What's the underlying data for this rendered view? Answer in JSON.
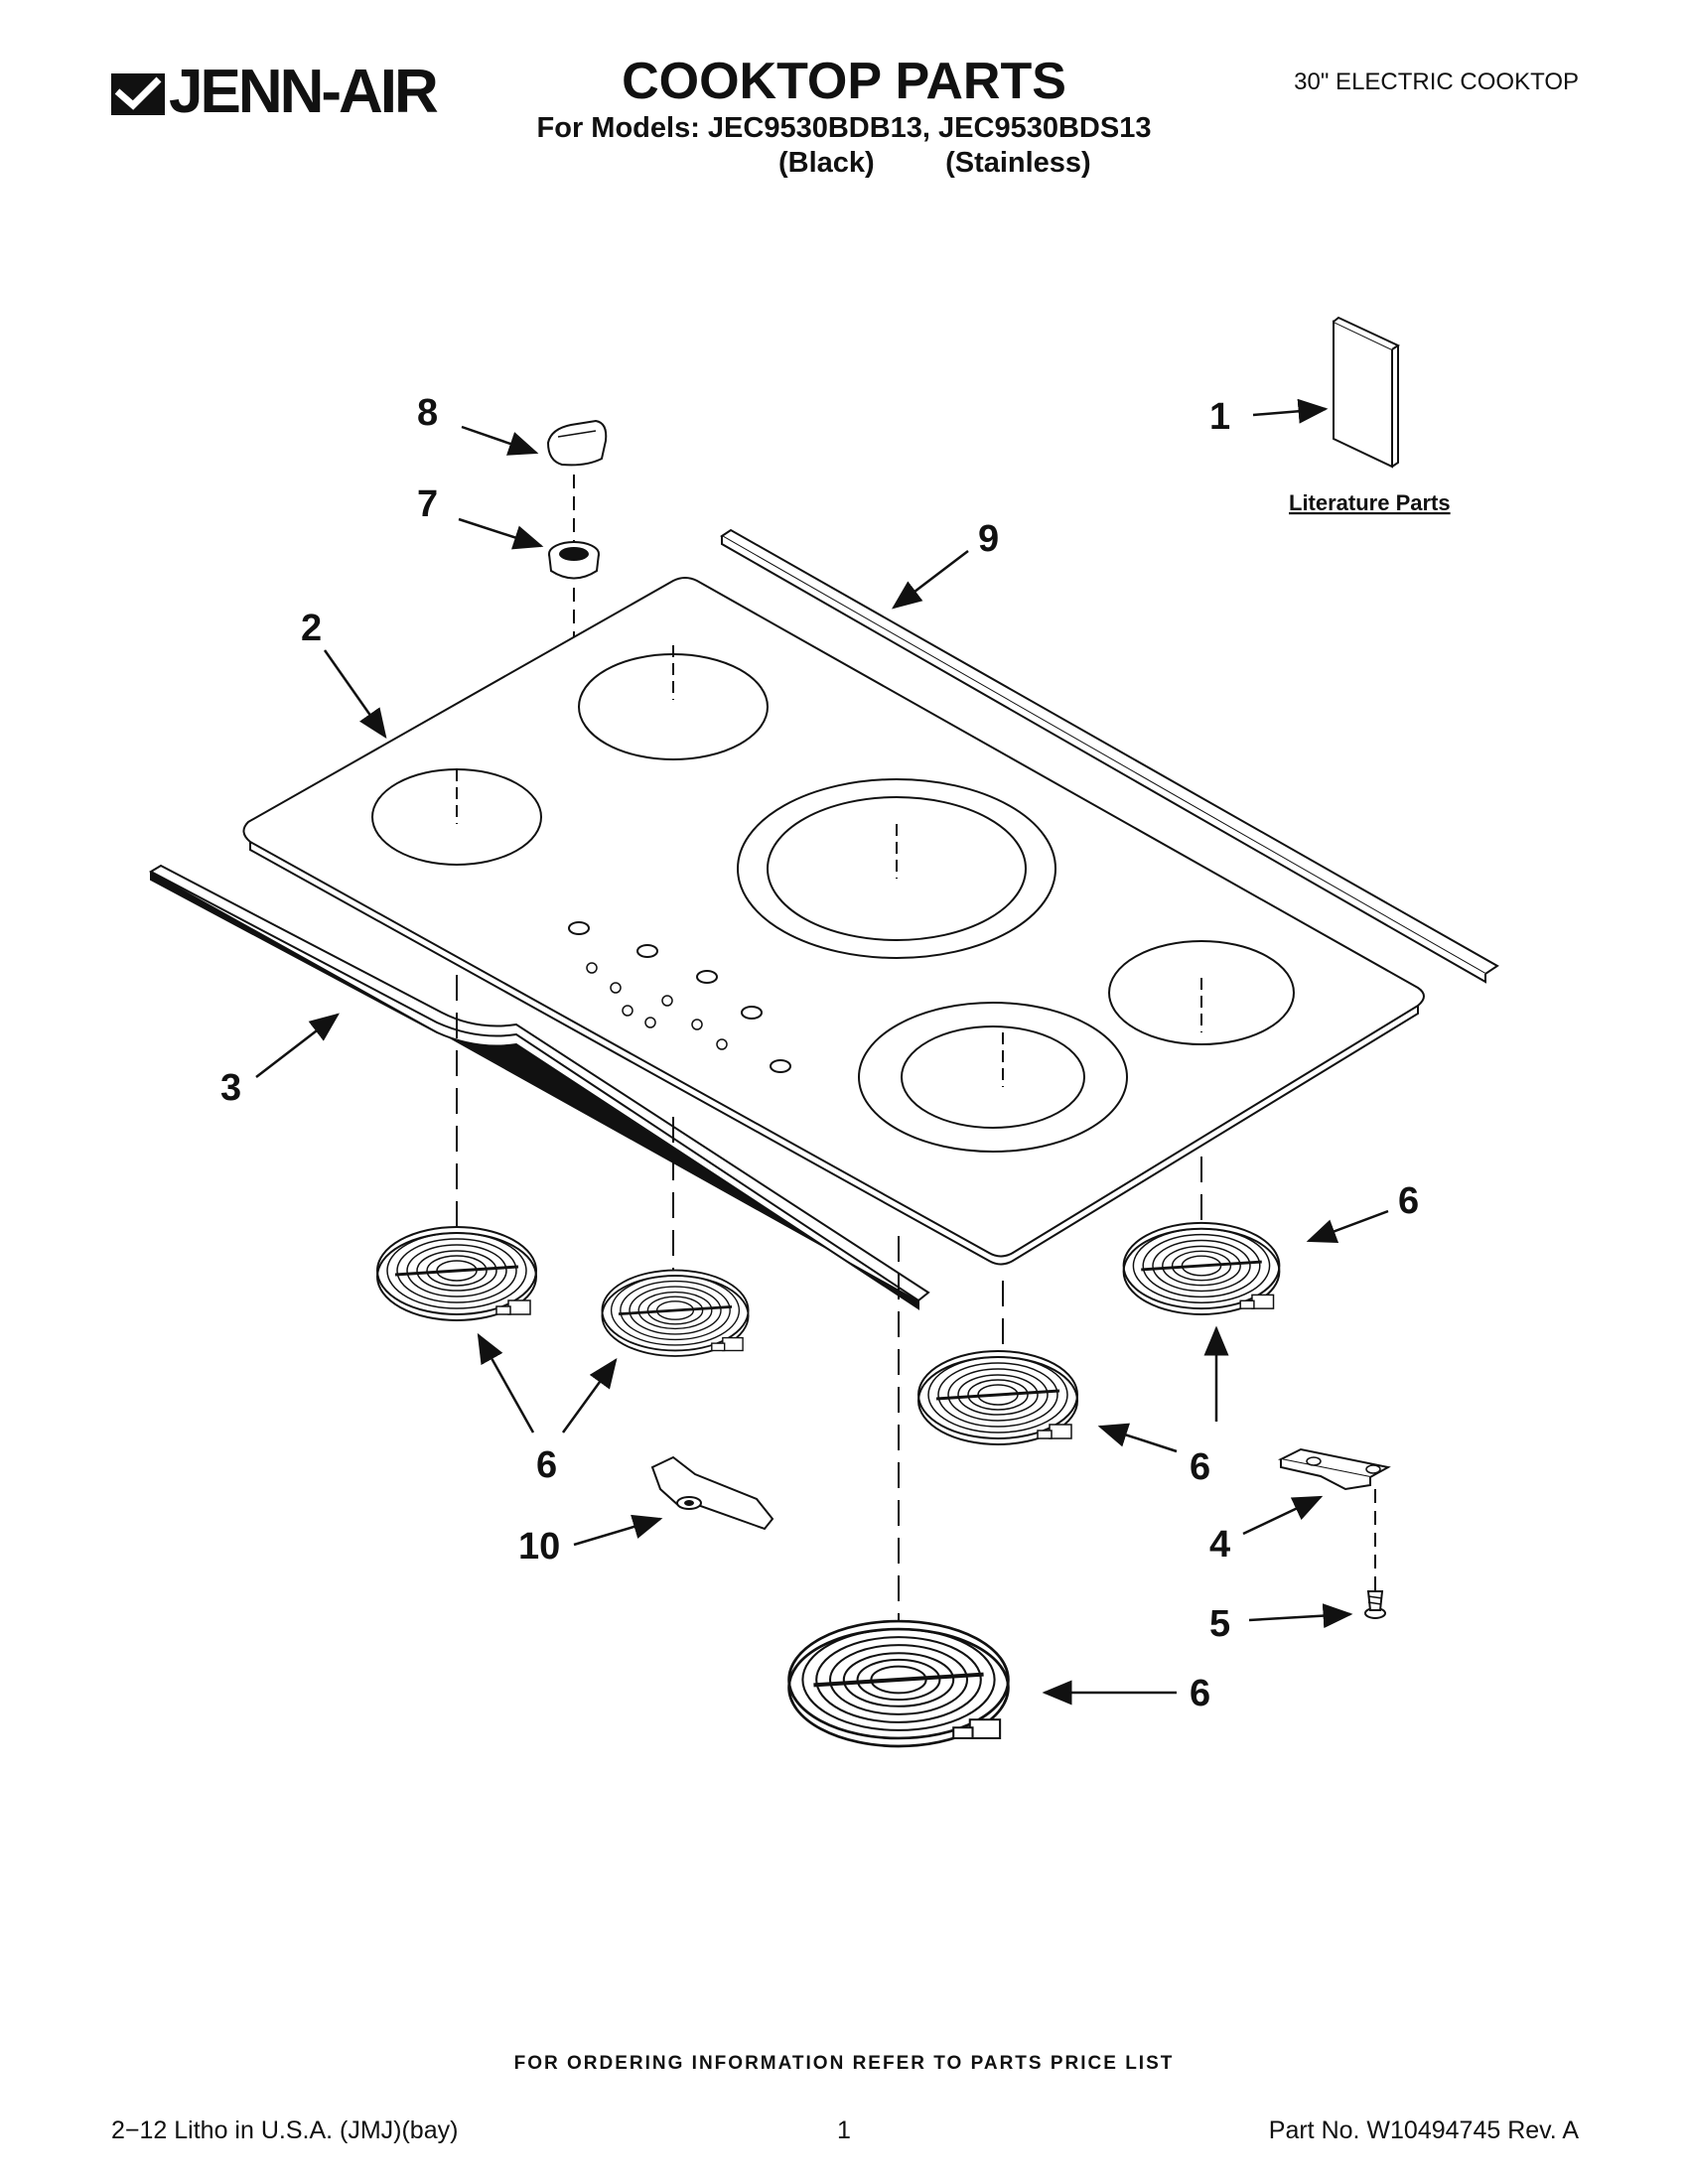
{
  "header": {
    "brand": "JENN-AIR",
    "title": "COOKTOP PARTS",
    "models_line": "For Models: JEC9530BDB13, JEC9530BDS13",
    "variant_black": "(Black)",
    "variant_stainless": "(Stainless)",
    "subtitle": "30\" ELECTRIC COOKTOP"
  },
  "diagram": {
    "literature_label": "Literature Parts",
    "callouts": {
      "c1": "1",
      "c2": "2",
      "c3": "3",
      "c4": "4",
      "c5": "5",
      "c6a": "6",
      "c6b": "6",
      "c6c": "6",
      "c6d": "6",
      "c6e": "6",
      "c7": "7",
      "c8": "8",
      "c9": "9",
      "c10": "10"
    }
  },
  "footer": {
    "ordering_note": "FOR ORDERING INFORMATION REFER TO PARTS PRICE LIST",
    "litho": "2−12 Litho in U.S.A. (JMJ)(bay)",
    "page_number": "1",
    "part_number": "Part No. W10494745 Rev. A"
  }
}
